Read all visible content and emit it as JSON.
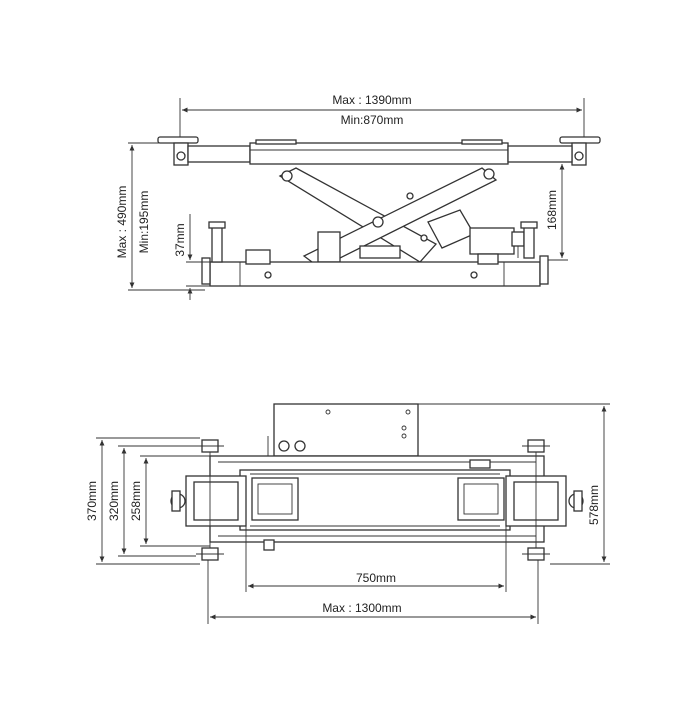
{
  "side_view": {
    "max_length": "Max : 1390mm",
    "min_length": "Min:870mm",
    "max_height": "Max : 490mm",
    "min_height": "Min:195mm",
    "base_height": "37mm",
    "arm_height": "168mm"
  },
  "top_view": {
    "width_370": "370mm",
    "width_320": "320mm",
    "width_258": "258mm",
    "depth_578": "578mm",
    "inner_length": "750mm",
    "max_length": "Max : 1300mm"
  },
  "colors": {
    "line": "#333333",
    "background": "#ffffff"
  }
}
